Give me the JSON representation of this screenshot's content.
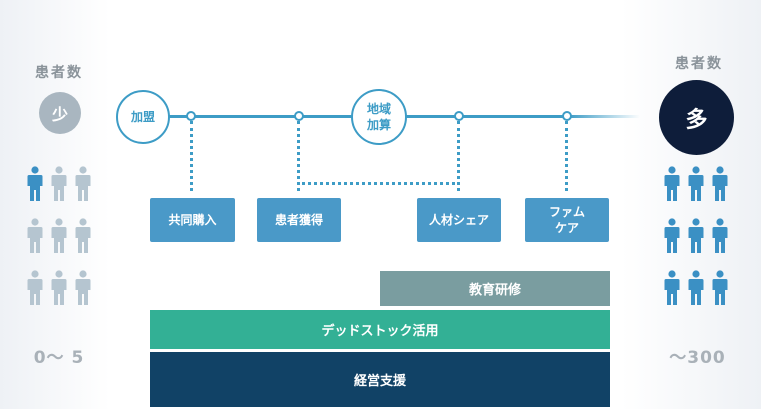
{
  "left": {
    "label": "患者数",
    "badge": "少",
    "range": "0～ 5"
  },
  "right": {
    "label": "患者数",
    "badge": "多",
    "range": "～300"
  },
  "stages": {
    "start": "加盟",
    "middle_line1": "地域",
    "middle_line2": "加算"
  },
  "tags": {
    "group_buying": "共同購入",
    "patient_acquisition": "患者獲得",
    "staff_sharing": "人材シェア",
    "pharm_care_line1": "ファム",
    "pharm_care_line2": "ケア"
  },
  "bands": {
    "education": "教育研修",
    "dead_stock": "デッドストック活用",
    "management": "経営支援"
  },
  "colors": {
    "accent": "#3d9cc6",
    "tag": "#4a99c8",
    "education": "#7a9da0",
    "dead_stock": "#33b095",
    "management": "#114266",
    "person_active": "#3b90c4",
    "person_inactive": "#b5c5d0",
    "badge_few": "#a9b6c0",
    "badge_many": "#0e1d3a"
  },
  "people": {
    "left_active_count": 1,
    "right_active_count": 9,
    "grid": "3x3"
  }
}
